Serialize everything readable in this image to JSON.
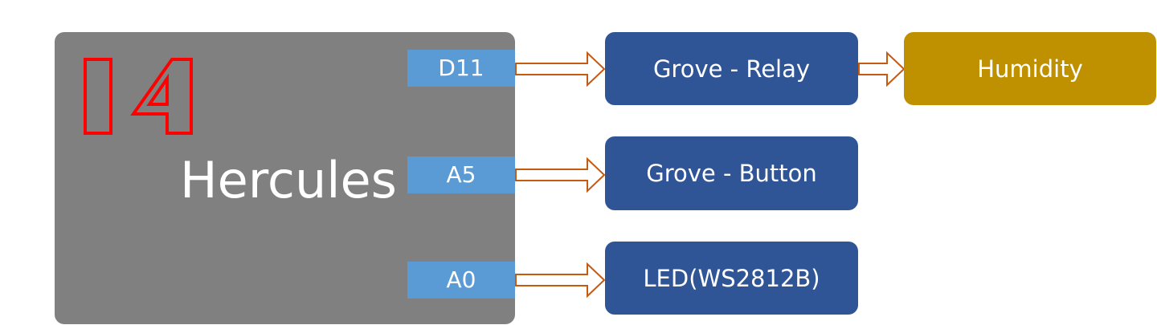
{
  "board": {
    "title": "Hercules"
  },
  "pins": {
    "d11": "D11",
    "a5": "A5",
    "a0": "A0"
  },
  "modules": {
    "relay": "Grove - Relay",
    "button": "Grove - Button",
    "led": "LED(WS2812B)",
    "humidity": "Humidity"
  },
  "colors": {
    "board": "#808080",
    "pin": "#5b9bd5",
    "module": "#2f5597",
    "humidity": "#bf9000",
    "arrow_outline": "#c55a11",
    "logo": "#ff0000"
  }
}
